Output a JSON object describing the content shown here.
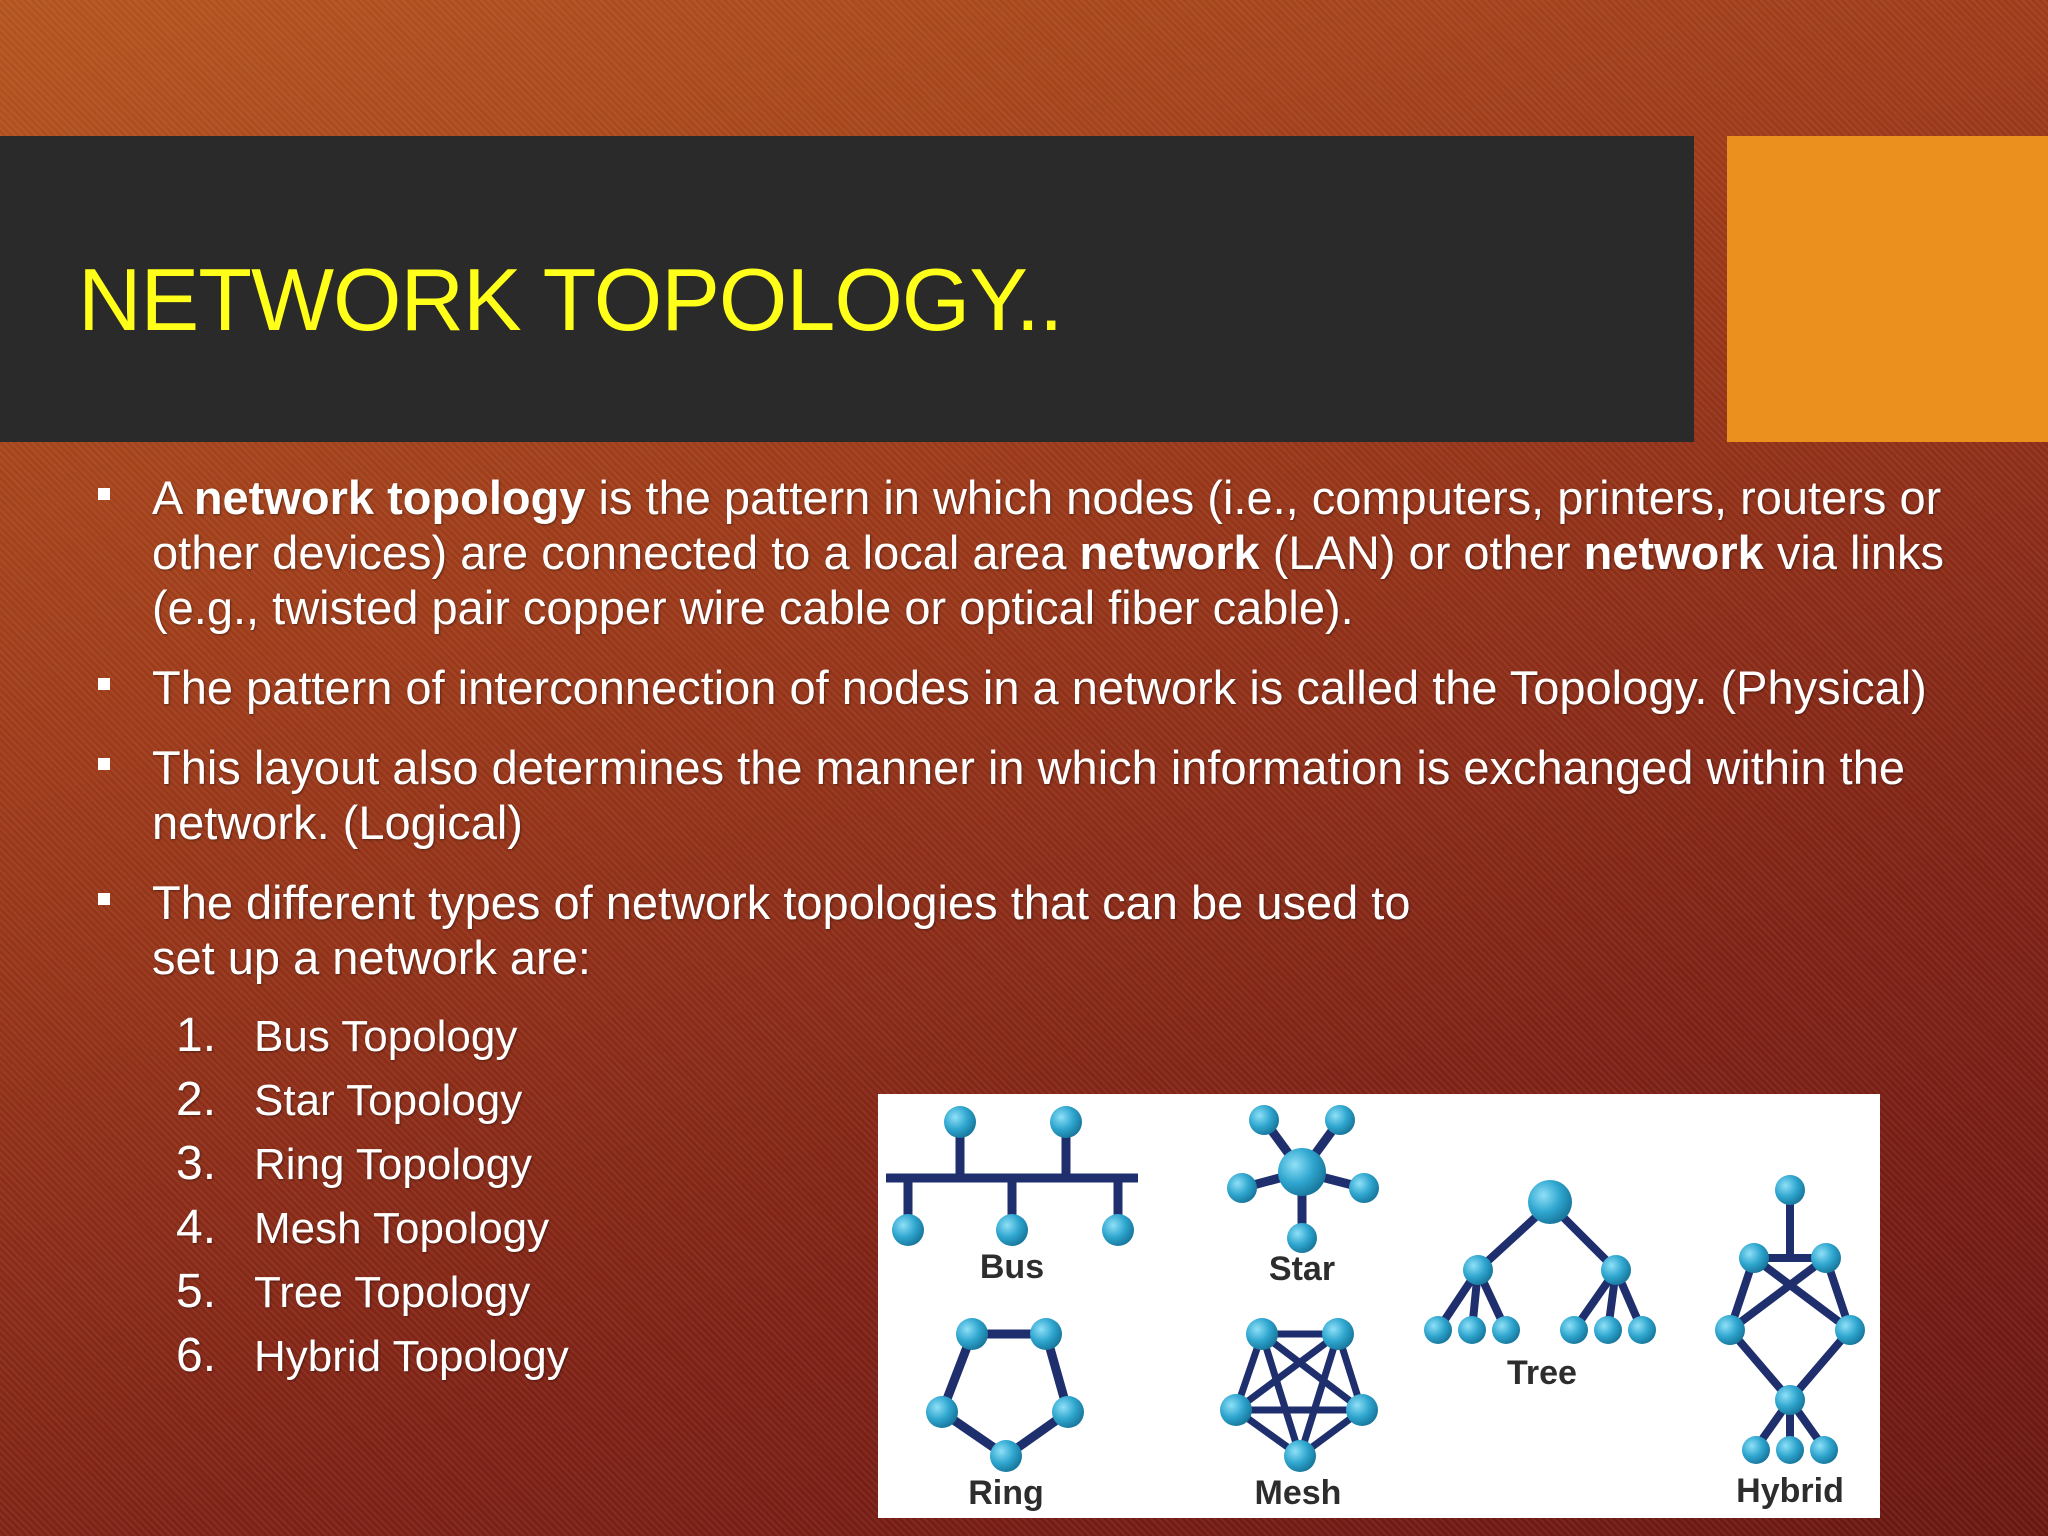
{
  "slide": {
    "title": "NETWORK TOPOLOGY..",
    "bullets": [
      {
        "segments": [
          {
            "text": "A ",
            "bold": false
          },
          {
            "text": "network topology",
            "bold": true
          },
          {
            "text": " is the pattern in which nodes (i.e., computers, printers, routers or other devices) are connected to a local area ",
            "bold": false
          },
          {
            "text": "network",
            "bold": true
          },
          {
            "text": " (LAN) or other ",
            "bold": false
          },
          {
            "text": "network",
            "bold": true
          },
          {
            "text": " via links (e.g., twisted pair copper wire cable or optical fiber cable).",
            "bold": false
          }
        ]
      },
      {
        "segments": [
          {
            "text": "The pattern of interconnection of nodes in a network is called the Topology. (Physical)",
            "bold": false
          }
        ]
      },
      {
        "segments": [
          {
            "text": "This layout also determines the manner in which information is exchanged within the network. (Logical)",
            "bold": false
          }
        ]
      },
      {
        "segments": [
          {
            "text": "The different types of network topologies that can be used to set up a network are:",
            "bold": false
          }
        ]
      }
    ],
    "topology_list": [
      {
        "num": "1.",
        "label": "Bus Topology"
      },
      {
        "num": "2.",
        "label": "Star Topology"
      },
      {
        "num": "3.",
        "label": "Ring Topology"
      },
      {
        "num": "4.",
        "label": "Mesh Topology"
      },
      {
        "num": "5.",
        "label": "Tree Topology"
      },
      {
        "num": "6.",
        "label": "Hybrid Topology"
      }
    ],
    "diagram_labels": {
      "bus": "Bus",
      "star": "Star",
      "tree": "Tree",
      "ring": "Ring",
      "mesh": "Mesh",
      "hybrid": "Hybrid"
    },
    "colors": {
      "title": "#ffff1a",
      "title_bar": "#2a2a2a",
      "accent": "#eb8f1e",
      "node": "#2fa6cf",
      "link": "#1f2f6e"
    }
  }
}
